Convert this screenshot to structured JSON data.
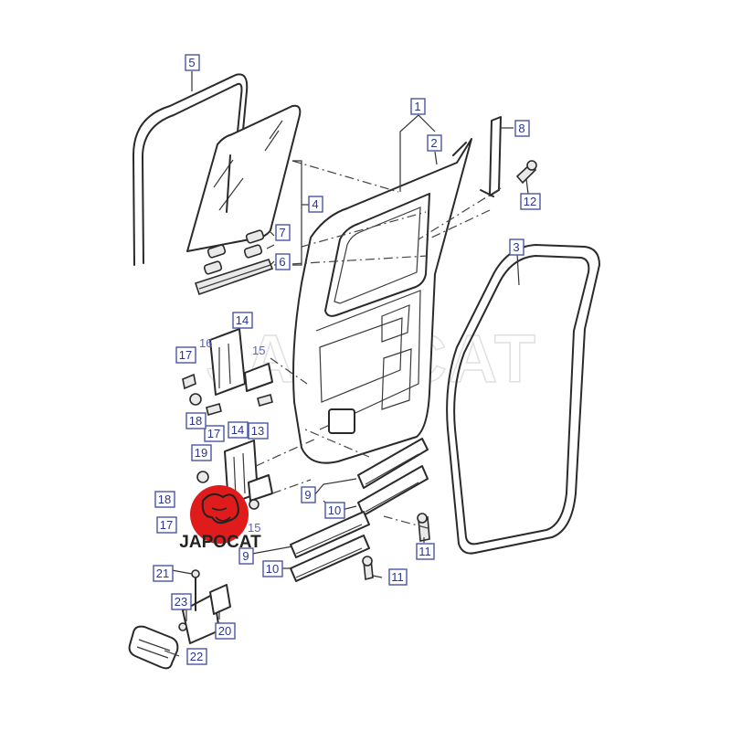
{
  "diagram": {
    "callouts": [
      "1",
      "2",
      "3",
      "4",
      "5",
      "6",
      "7",
      "8",
      "9",
      "10",
      "11",
      "12",
      "13",
      "14",
      "15",
      "16",
      "17",
      "18",
      "19",
      "20",
      "21",
      "22",
      "23"
    ]
  },
  "watermark": {
    "text": "JAPOCAT"
  },
  "logo": {
    "text": "JAPOCAT",
    "color": "#e01b1b"
  },
  "colors": {
    "callout_border": "#4a56a8",
    "callout_text": "#2b3590",
    "line": "#2a2a2a"
  }
}
